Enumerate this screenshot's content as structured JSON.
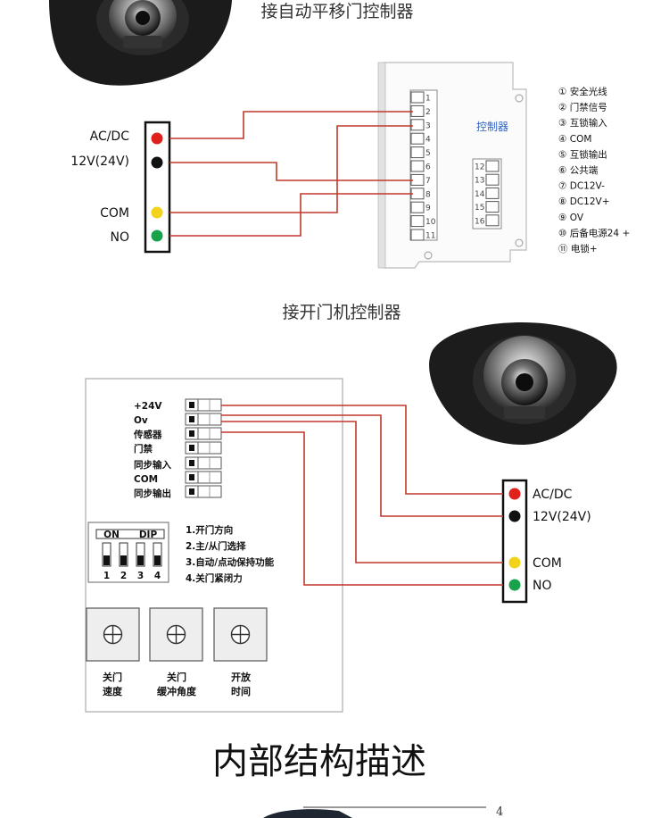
{
  "section1": {
    "title": "接自动平移门控制器",
    "left_terminal": [
      "AC/DC",
      "12V(24V)",
      "COM",
      "NO"
    ],
    "controller_label": "控制器",
    "pins_left": [
      "1",
      "2",
      "3",
      "4",
      "5",
      "6",
      "7",
      "8",
      "9",
      "10",
      "11"
    ],
    "pins_right": [
      "12",
      "13",
      "14",
      "15",
      "16"
    ],
    "legend": [
      "① 安全光线",
      "② 门禁信号",
      "③ 互锁输入",
      "④ COM",
      "⑤ 互锁输出",
      "⑥ 公共端",
      "⑦ DC12V-",
      "⑧ DC12V+",
      "⑨ OV",
      "⑩ 后备电源24 +",
      "⑪ 电锁+"
    ]
  },
  "section2": {
    "title": "接开门机控制器",
    "terminal_labels": [
      "+24V",
      "Ov",
      "传感器",
      "门禁",
      "同步输入",
      "COM",
      "同步输出"
    ],
    "dip": {
      "on": "ON",
      "dip": "DIP",
      "numbers": [
        "1",
        "2",
        "3",
        "4"
      ]
    },
    "dip_legend": [
      "1.开门方向",
      "2.主/从门选择",
      "3.自动/点动保持功能",
      "4.关门紧闭力"
    ],
    "knobs": [
      {
        "line1": "关门",
        "line2": "速度"
      },
      {
        "line1": "关门",
        "line2": "缓冲角度"
      },
      {
        "line1": "开放",
        "line2": "时间"
      }
    ],
    "right_terminal": [
      "AC/DC",
      "12V(24V)",
      "COM",
      "NO"
    ]
  },
  "section3": {
    "title": "内部结构描述",
    "page_number": "4"
  },
  "colors": {
    "wire": "#c0392b",
    "red": "#e0201b",
    "black": "#111111",
    "yellow": "#f2d21a",
    "green": "#18a34a",
    "controller_blue": "#2f63c4"
  }
}
